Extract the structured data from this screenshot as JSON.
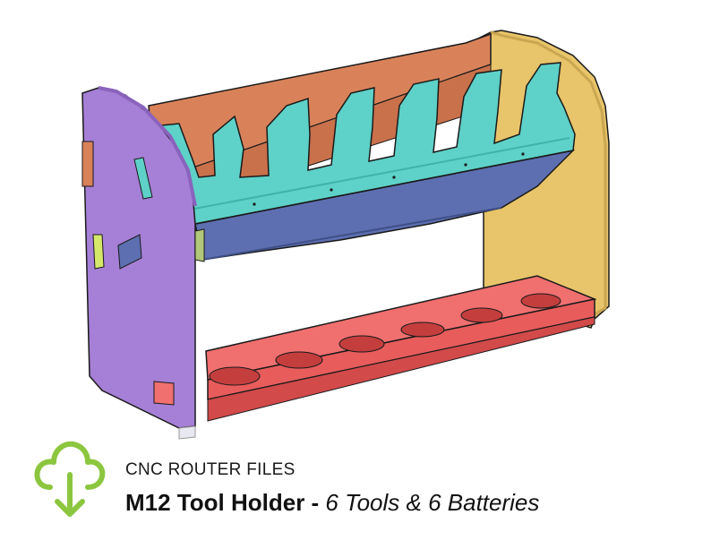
{
  "caption": {
    "subtitle": "CNC ROUTER FILES",
    "title_bold": "M12 Tool Holder - ",
    "title_italic": "6 Tools & 6 Batteries"
  },
  "icon": {
    "name": "cloud-download-icon",
    "color": "#8cc63f"
  },
  "colors": {
    "left_side_panel": "#a67fd6",
    "right_side_panel": "#e8c46a",
    "back_panel": "#d9825a",
    "tool_rack": "#5ed1c8",
    "tool_rack_underside": "#5d6fb0",
    "battery_shelf": "#f06f6f",
    "outline": "#1a1a1a"
  }
}
